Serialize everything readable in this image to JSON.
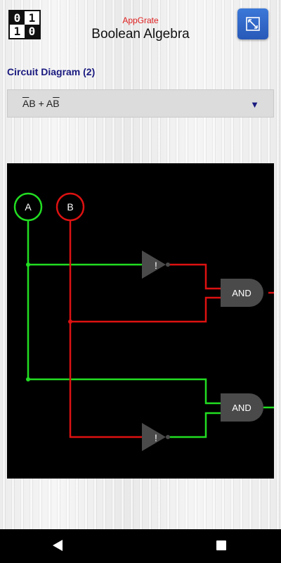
{
  "header": {
    "logo": [
      "0",
      "1",
      "1",
      "0"
    ],
    "app_name": "AppGrate",
    "title": "Boolean Algebra",
    "expand_icon": "expand-icon"
  },
  "section_title": "Circuit Diagram (2)",
  "expression": {
    "term1_a": "A",
    "term1_b": "B",
    "plus": " + ",
    "term2_a": "A",
    "term2_b": "B",
    "arrow": "▼"
  },
  "circuit": {
    "inputs": [
      "A",
      "B"
    ],
    "not_gates": [
      "!",
      "!"
    ],
    "and_gates": [
      "AND",
      "AND"
    ],
    "colors": {
      "a_wire": "#22dd22",
      "b_wire": "#dd1111",
      "gate": "#4a4a4a",
      "background": "#000000"
    }
  },
  "navbar": {
    "back_icon": "back-triangle-icon",
    "recent_icon": "recent-square-icon"
  }
}
